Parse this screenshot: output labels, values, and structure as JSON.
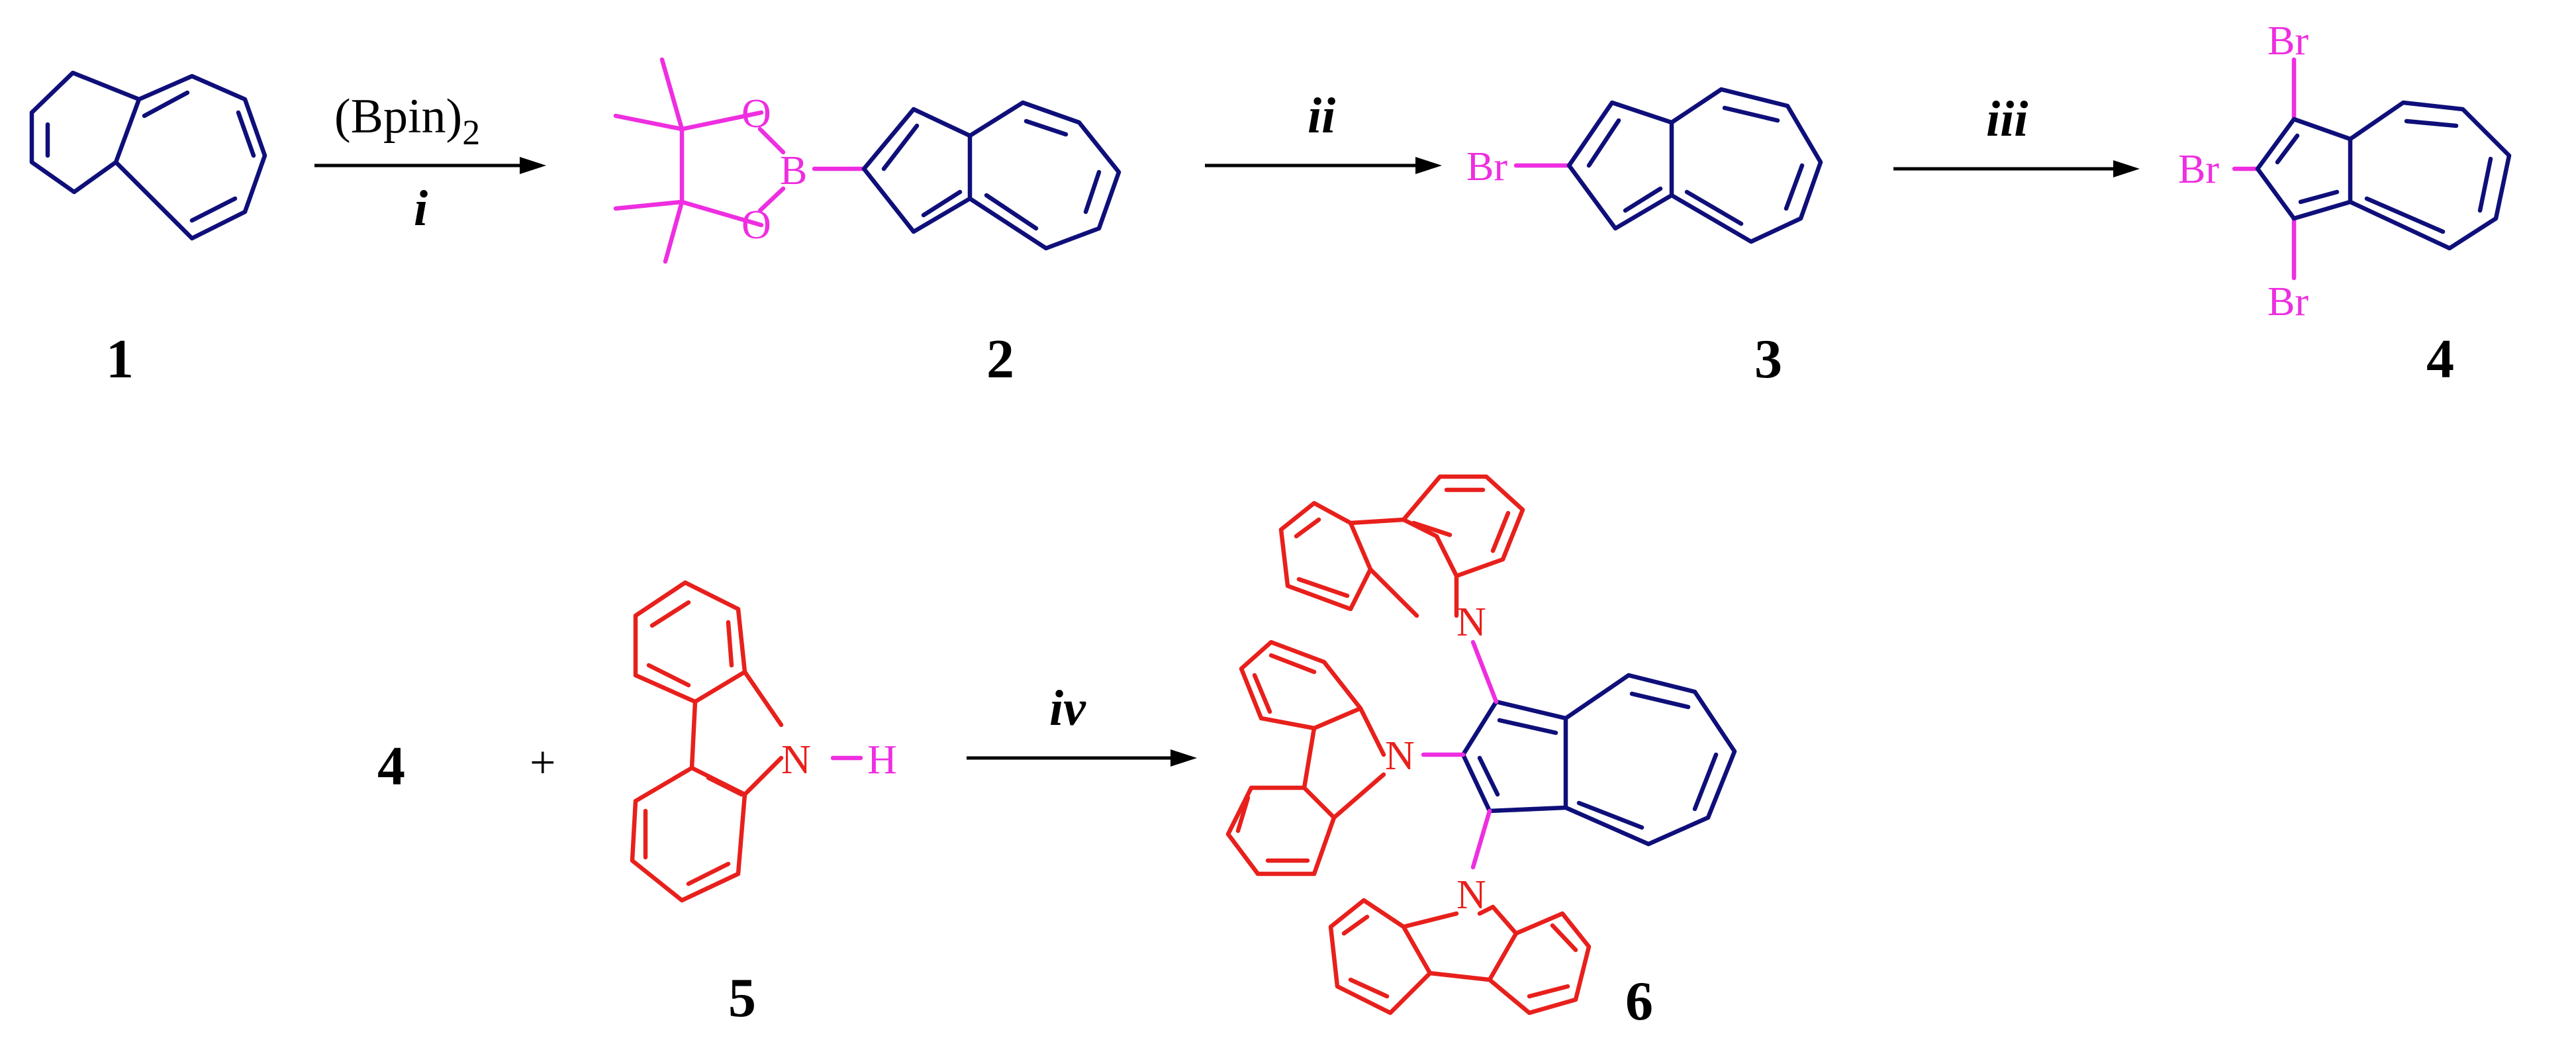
{
  "reagent_i": "(Bpin)",
  "reagent_i_sub": "2",
  "steps": {
    "i": "i",
    "ii": "ii",
    "iii": "iii",
    "iv": "iv"
  },
  "labels": {
    "c1": "1",
    "c2": "2",
    "c3": "3",
    "c4": "4",
    "c4b": "4",
    "c5": "5",
    "c6": "6"
  },
  "atoms": {
    "O": "O",
    "B": "B",
    "Br": "Br",
    "N": "N",
    "H": "H"
  },
  "plus": "+",
  "colors": {
    "azulene": "#0f0f7a",
    "carbazole": "#e8201c",
    "substituent": "#ee2ee0"
  }
}
